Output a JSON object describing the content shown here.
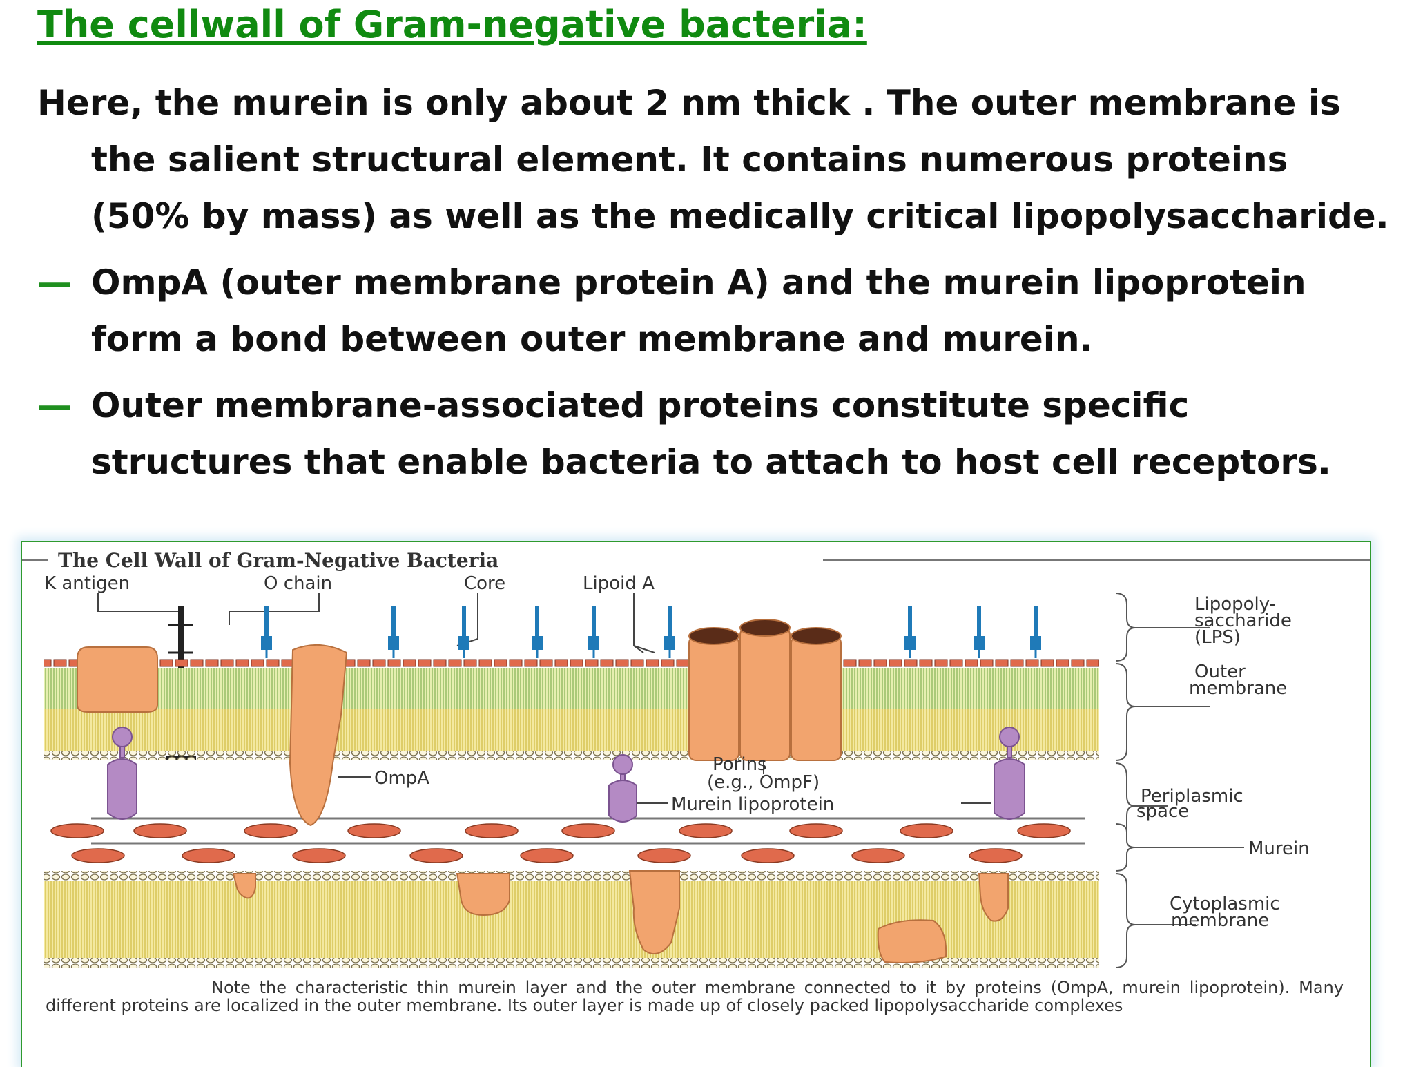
{
  "slide": {
    "title": "The cellwall of Gram-negative bacteria:",
    "intro": "Here, the murein is only about 2 nm thick . The outer membrane is the salient structural element. It contains numerous proteins (50% by mass) as well as the medically critical lipopolysaccharide.",
    "bullets": [
      {
        "marker": "—",
        "text": "OmpA (outer membrane protein A) and the murein lipoprotein form a bond between outer membrane and murein."
      },
      {
        "marker": "—",
        "text": "Outer membrane-associated proteins constitute specific structures that enable bacteria to attach to host cell receptors."
      }
    ],
    "accent_color": "#108a10"
  },
  "figure": {
    "title": "The Cell Wall of Gram-Negative Bacteria",
    "labels": {
      "k_antigen": "K antigen",
      "o_chain": "O chain",
      "core": "Core",
      "lipoid_a": "Lipoid A",
      "lps_1": "Lipopoly-",
      "lps_2": "saccharide",
      "lps_3": "(LPS)",
      "outer_membrane_1": "Outer",
      "outer_membrane_2": "membrane",
      "porins_1": "Porins",
      "porins_2": "(e.g., OmpF)",
      "ompa": "OmpA",
      "murein_lipoprotein": "Murein lipoprotein",
      "periplasmic_1": "Periplasmic",
      "periplasmic_2": "space",
      "murein": "Murein",
      "cytoplasmic_1": "Cytoplasmic",
      "cytoplasmic_2": "membrane"
    },
    "caption": "Note the characteristic thin murein layer and the outer membrane connected to it by proteins (OmpA, murein lipoprotein). Many different proteins are localized in the outer membrane. Its outer layer is made up of closely packed lipopolysaccharide complexes",
    "colors": {
      "protein": "#f2a46e",
      "lipid_head": "#d95c3c",
      "lipid_tail": "#f0e088",
      "lipoprotein": "#b48ac4",
      "lps_marker": "#1f7ab8"
    }
  }
}
